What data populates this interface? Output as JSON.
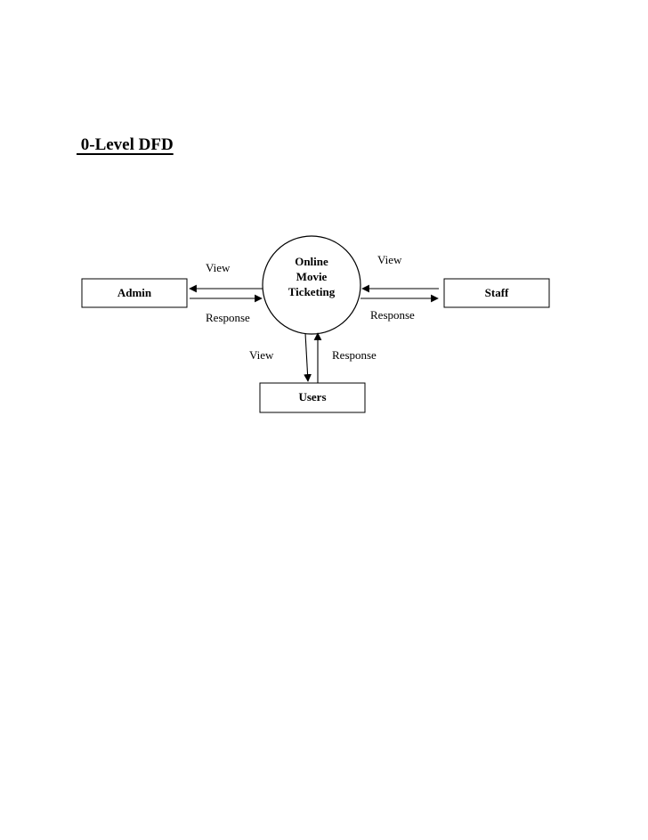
{
  "title": " 0-Level DFD",
  "process": {
    "lines": [
      "Online",
      "Movie",
      "Ticketing"
    ]
  },
  "entities": {
    "admin": "Admin",
    "staff": "Staff",
    "users": "Users"
  },
  "flows": {
    "admin_view": "View",
    "admin_response": "Response",
    "staff_view": "View",
    "staff_response": "Response",
    "users_view": "View",
    "users_response": "Response"
  }
}
